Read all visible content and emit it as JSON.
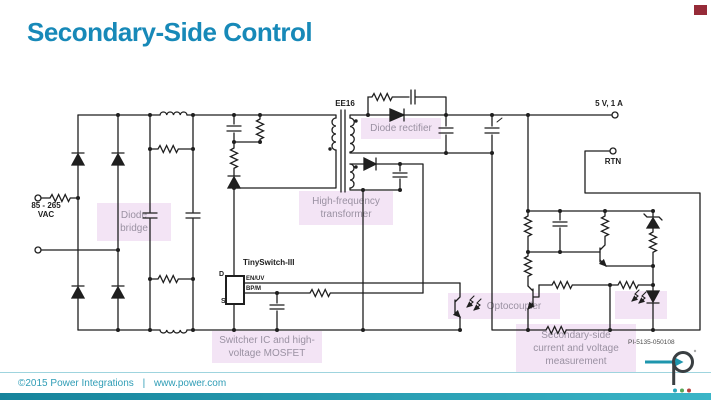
{
  "slide": {
    "title": "Secondary-Side Control"
  },
  "footer": {
    "copyright": "©2015 Power Integrations",
    "separator": "|",
    "url": "www.power.com"
  },
  "schematic": {
    "input_voltage": [
      "85 - 265",
      "VAC"
    ],
    "output": "5 V, 1 A",
    "rtn": "RTN",
    "transformer": "EE16",
    "ic": "TinySwitch-III",
    "pins": {
      "d": "D",
      "s": "S",
      "en_uv": "EN/UV",
      "bp_m": "BP/M"
    },
    "part_number": "PI-5135-050108",
    "callouts": {
      "diode_bridge": [
        "Diode",
        "bridge"
      ],
      "hf_transformer": [
        "High-frequency",
        "transformer"
      ],
      "diode_rectifier": [
        "Diode rectifier"
      ],
      "switcher_ic": [
        "Switcher IC and high-",
        "voltage MOSFET"
      ],
      "optocoupler": [
        "Optocoupler"
      ],
      "secondary_measurement": [
        "Secondary-side",
        "current and voltage",
        "measurement"
      ]
    }
  },
  "colors": {
    "title": "#1789b8",
    "accent_square": "#962b38",
    "callout_bg": "#f3e4f5",
    "callout_text": "#9a91a2",
    "footer_text": "#2f9db6",
    "footer_bar": "#1e93a8",
    "line": "#1f1f1f",
    "logo_teal": "#1e96ad"
  }
}
